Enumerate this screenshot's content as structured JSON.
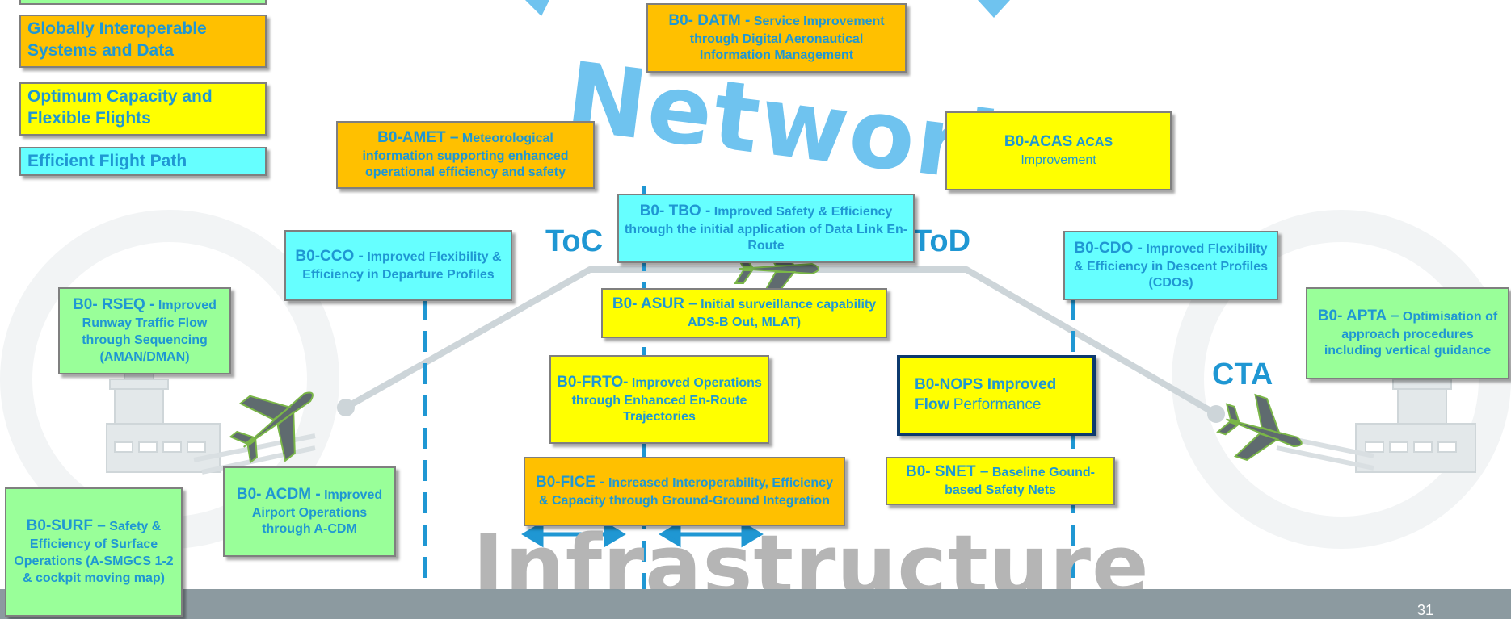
{
  "legend": [
    {
      "text": "Globally Interoperable Systems and Data",
      "color": "#ffc000"
    },
    {
      "text": "Optimum Capacity and Flexible Flights",
      "color": "#ffff00"
    },
    {
      "text": "Efficient Flight Path",
      "color": "#66ffff"
    }
  ],
  "watermarks": {
    "top": "Network",
    "bottom": "Infrastructure"
  },
  "labels": {
    "toc": "ToC",
    "tod": "ToD",
    "cta": "CTA"
  },
  "modules": {
    "datm": {
      "code": "B0- DATM -",
      "desc": "Service Improvement through Digital Aeronautical Information Management",
      "category": "orange"
    },
    "amet": {
      "code": "B0-AMET –",
      "desc": "Meteorological information supporting enhanced operational efficiency and safety",
      "category": "orange"
    },
    "acas": {
      "code": "B0-ACAS",
      "desc_bold": "ACAS",
      "desc": "Improvement",
      "category": "yellow"
    },
    "tbo": {
      "code": "B0- TBO -",
      "desc": "Improved Safety & Efficiency through the initial application of Data Link En-Route",
      "category": "cyan"
    },
    "cco": {
      "code": "B0-CCO -",
      "desc": "Improved Flexibility & Efficiency in Departure Profiles",
      "category": "cyan"
    },
    "cdo": {
      "code": "B0-CDO -",
      "desc": "Improved Flexibility & Efficiency in Descent Profiles (CDOs)",
      "category": "cyan"
    },
    "rseq": {
      "code": "B0- RSEQ -",
      "desc": "Improved Runway Traffic Flow through Sequencing (AMAN/DMAN)",
      "category": "green"
    },
    "asur": {
      "code": "B0- ASUR –",
      "desc": "Initial surveillance capability ADS-B Out, MLAT)",
      "category": "yellow"
    },
    "apta": {
      "code": "B0- APTA –",
      "desc": "Optimisation of approach procedures including vertical guidance",
      "category": "green"
    },
    "frto": {
      "code": "B0-FRTO-",
      "desc": "Improved Operations through Enhanced En-Route Trajectories",
      "category": "yellow"
    },
    "nops": {
      "code": "B0-NOPS Improved",
      "desc_bold": "Flow",
      "desc": "Performance",
      "category": "yellow"
    },
    "snet": {
      "code": "B0- SNET –",
      "desc": "Baseline Gound-based Safety Nets",
      "category": "yellow"
    },
    "fice": {
      "code": "B0-FICE -",
      "desc": "Increased Interoperability, Efficiency & Capacity through Ground-Ground Integration",
      "category": "orange"
    },
    "acdm": {
      "code": "B0- ACDM -",
      "desc": "Improved Airport Operations through A-CDM",
      "category": "green"
    },
    "surf": {
      "code": "B0-SURF –",
      "desc": "Safety & Efficiency of Surface Operations (A-SMGCS 1-2 & cockpit moving map)",
      "category": "green"
    }
  },
  "page_number": "31"
}
